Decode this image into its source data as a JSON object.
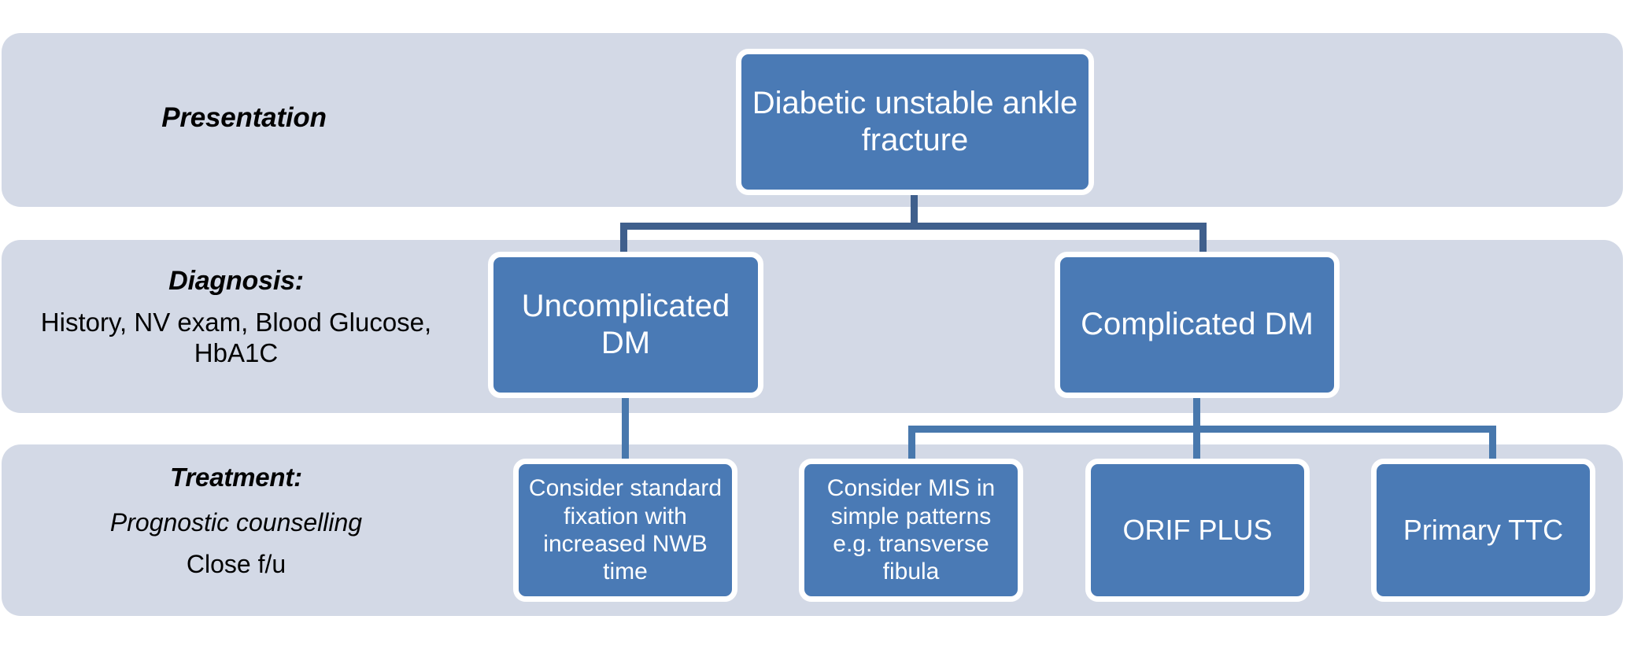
{
  "diagram": {
    "type": "flowchart",
    "title_rows": [
      {
        "key": "presentation",
        "label": "Presentation"
      },
      {
        "key": "diagnosis",
        "label": "Diagnosis:",
        "detail": "History, NV exam, Blood Glucose, HbA1C"
      },
      {
        "key": "treatment",
        "label": "Treatment:",
        "detail_italic": "Prognostic counselling",
        "detail": "Close f/u"
      }
    ],
    "nodes": {
      "root": "Diabetic unstable ankle fracture",
      "uncomplicated": "Uncomplicated DM",
      "complicated": "Complicated DM",
      "treat_standard": "Consider standard  fixation with increased NWB time",
      "treat_mis": "Consider MIS in simple patterns e.g. transverse fibula",
      "treat_orif": "ORIF PLUS",
      "treat_ttc": "Primary TTC"
    },
    "colors": {
      "band_background": "#D3D9E6",
      "node_fill": "#4A7AB5",
      "node_border": "#FFFFFF",
      "connector_upper": "#3F5F8C",
      "connector_lower": "#4878AD",
      "label_text": "#000000",
      "node_text": "#FFFFFF",
      "page_background": "#FFFFFF"
    }
  }
}
